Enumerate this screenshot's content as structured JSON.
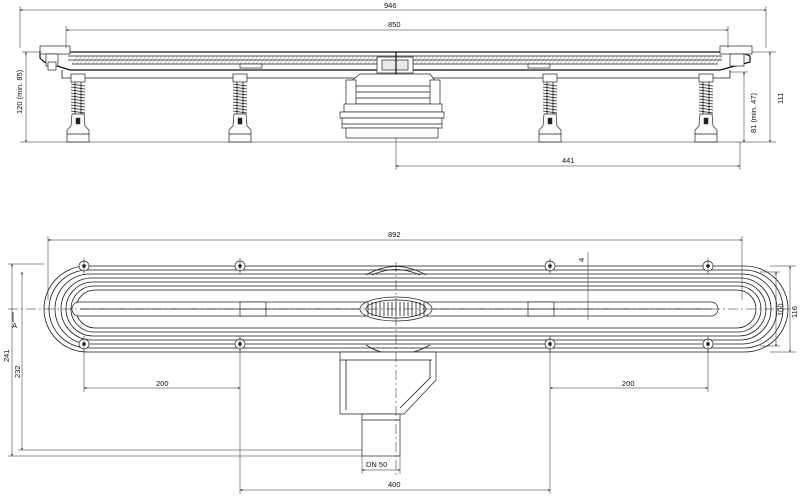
{
  "side_view": {
    "dims": {
      "overall_length": "946",
      "grate_length": "850",
      "height_left": "120 (min. 85)",
      "height_right": "111",
      "height_foot": "81 (min. 47)",
      "outlet_offset": "441"
    }
  },
  "top_view": {
    "dims": {
      "overall_length": "892",
      "foot_spacing_left": "200",
      "foot_spacing_right": "200",
      "outlet_position": "400",
      "outlet_size": "DN 50",
      "width_outer": "241",
      "width_inner": "232",
      "width_channel": "100",
      "width_body": "116",
      "small_dim": "4",
      "section_marker": "A"
    }
  }
}
